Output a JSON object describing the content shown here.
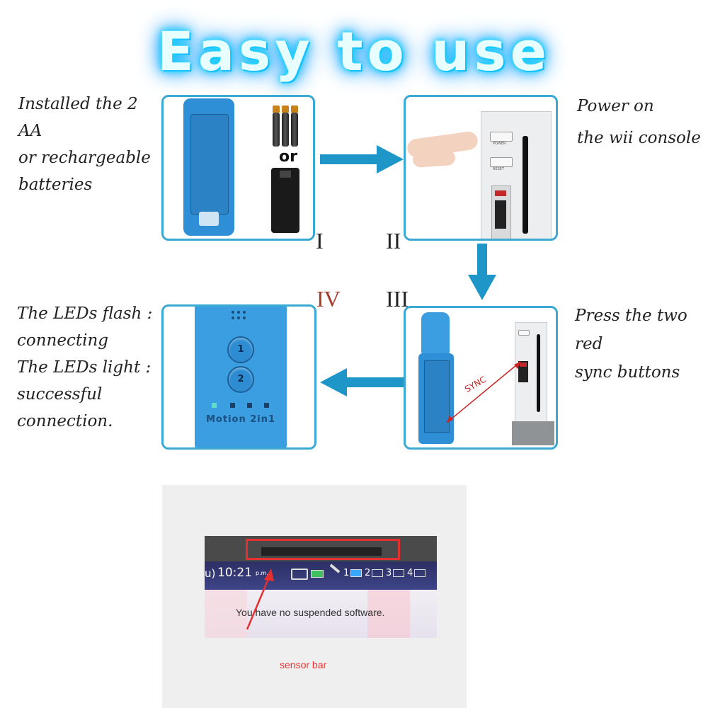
{
  "title": "Easy to use",
  "steps": [
    {
      "numeral": "I",
      "caption_lines": [
        "Installed the 2 AA",
        "or rechargeable",
        "batteries"
      ]
    },
    {
      "numeral": "II",
      "caption_lines": [
        "Power on",
        "the wii console"
      ]
    },
    {
      "numeral": "III",
      "caption_lines": [
        "Press the two red",
        "sync buttons"
      ]
    },
    {
      "numeral": "IV",
      "caption_lines": [
        "The LEDs flash :",
        "connecting",
        "The LEDs light :",
        "successful",
        "connection."
      ]
    }
  ],
  "panel1": {
    "or_text": "or"
  },
  "panel2": {
    "power_label": "POWER",
    "reset_label": "RESET"
  },
  "panel3": {
    "sync_label": "SYNC"
  },
  "panel4": {
    "button1": "1",
    "button2": "2",
    "brand": "Motion 2in1"
  },
  "screen": {
    "time": "10:21",
    "time_suffix": "p.m.",
    "left_fragment": "u)",
    "player_numbers": [
      "1",
      "2",
      "3",
      "4"
    ],
    "message": "You have no suspended software.",
    "sensor_label": "sensor bar"
  },
  "colors": {
    "accent": "#3aa9d4",
    "arrow": "#1e96c8",
    "remote_blue": "#3a9ee0",
    "highlight_red": "#e33"
  }
}
